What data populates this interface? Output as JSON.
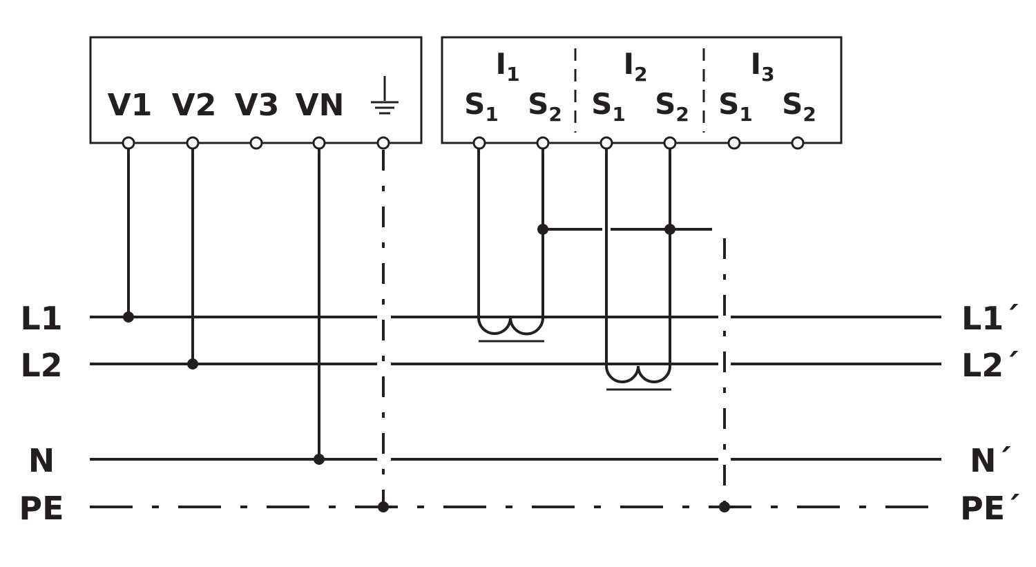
{
  "voltage_terminals": {
    "labels": [
      "V1",
      "V2",
      "V3",
      "VN"
    ],
    "ground_symbol": "earth-ground-icon"
  },
  "current_terminals": {
    "channels": [
      {
        "name": "I",
        "index": "1",
        "s1": "S",
        "s1_sub": "1",
        "s2": "S",
        "s2_sub": "2"
      },
      {
        "name": "I",
        "index": "2",
        "s1": "S",
        "s1_sub": "1",
        "s2": "S",
        "s2_sub": "2"
      },
      {
        "name": "I",
        "index": "3",
        "s1": "S",
        "s1_sub": "1",
        "s2": "S",
        "s2_sub": "2"
      }
    ]
  },
  "lines": {
    "left": [
      "L1",
      "L2",
      "N",
      "PE"
    ],
    "right": [
      "L1´",
      "L2´",
      "N´",
      "PE´"
    ]
  },
  "colors": {
    "ink": "#231f20",
    "background": "#ffffff"
  }
}
